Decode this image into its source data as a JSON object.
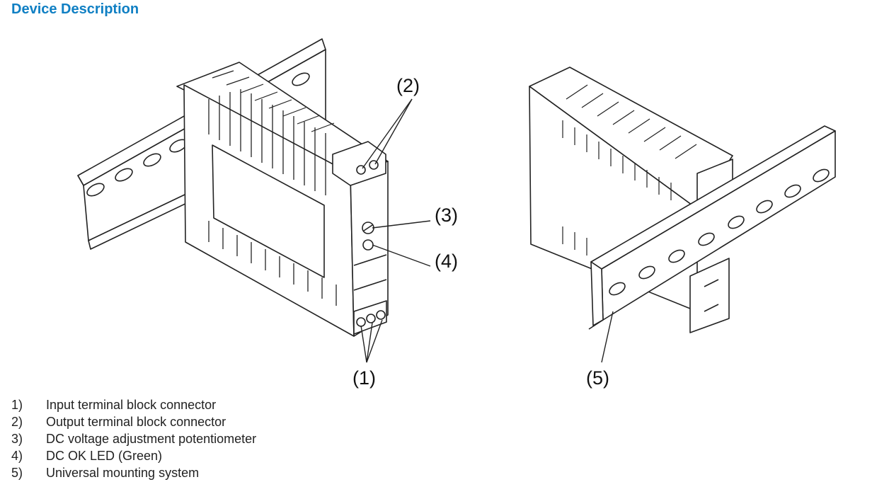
{
  "section_title": "Device Description",
  "callouts": {
    "c1": "(1)",
    "c2": "(2)",
    "c3": "(3)",
    "c4": "(4)",
    "c5": "(5)"
  },
  "legend": [
    {
      "num": "1)",
      "text": "Input terminal block connector"
    },
    {
      "num": "2)",
      "text": "Output terminal block connector"
    },
    {
      "num": "3)",
      "text": "DC voltage adjustment potentiometer"
    },
    {
      "num": "4)",
      "text": "DC OK LED (Green)"
    },
    {
      "num": "5)",
      "text": "Universal mounting system"
    }
  ]
}
